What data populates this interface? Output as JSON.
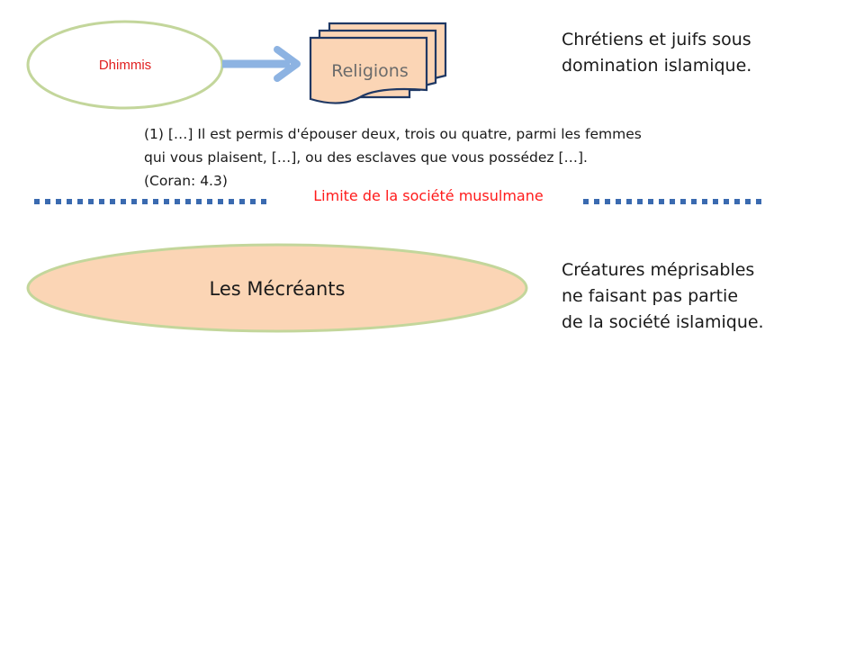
{
  "dhimmis": {
    "label": "Dhimmis"
  },
  "religions": {
    "label": "Religions"
  },
  "caption_top": {
    "lines": [
      "Chrétiens et juifs sous",
      "domination islamique."
    ]
  },
  "quote": {
    "lines": [
      "(1) […] Il est permis d'épouser deux, trois ou quatre, parmi les femmes",
      "qui vous plaisent, […], ou des esclaves que vous possédez […].",
      "(Coran: 4.3)"
    ]
  },
  "boundary": {
    "label": "Limite de la société musulmane"
  },
  "mecreants": {
    "label": "Les Mécréants"
  },
  "caption_bottom": {
    "lines": [
      "Créatures méprisables",
      "ne faisant pas partie",
      "de la société islamique."
    ]
  },
  "colors": {
    "dhimmis_text": "#e02020",
    "ellipse_fill_peach": "#fbd5b5",
    "ellipse_stroke_green": "#c3d69b",
    "doc_stroke": "#1f3864",
    "arrow": "#8db3e2",
    "boundary_dots": "#3a6ab0",
    "boundary_text": "#ff1a1a"
  }
}
